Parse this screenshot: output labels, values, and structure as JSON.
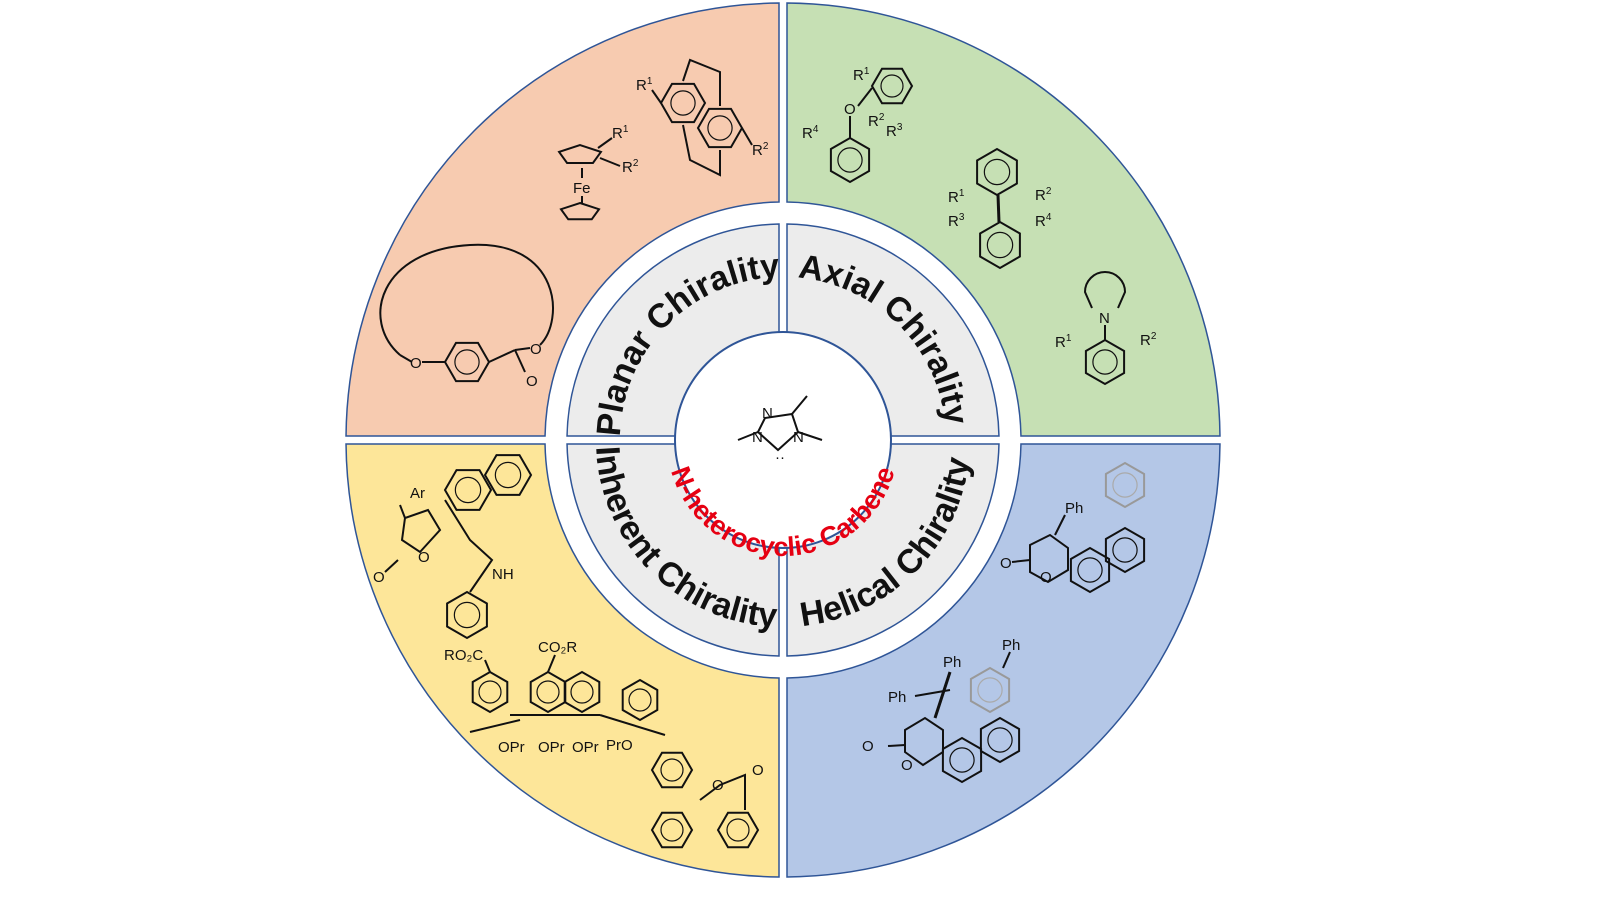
{
  "colors": {
    "planar": "#f7cbb0",
    "axial": "#c6e0b4",
    "inherent": "#fde699",
    "helical": "#b4c7e7",
    "inner_ring": "#ececec",
    "border": "#2f5597",
    "center_text": "#e60012"
  },
  "center": {
    "title": "N-heterocyclic Carbene",
    "structure_labels": [
      "N",
      "N",
      "N"
    ]
  },
  "sections": {
    "planar": {
      "title": "Planar Chirality"
    },
    "axial": {
      "title": "Axial Chirality"
    },
    "inherent": {
      "title": "Inherent Chirality"
    },
    "helical": {
      "title": "Helical Chirality"
    }
  },
  "structures": {
    "ferrocene": {
      "metal": "Fe",
      "r1": "R",
      "r1_sup": "1",
      "r2": "R",
      "r2_sup": "2"
    },
    "cyclophane": {
      "r1": "R",
      "r1_sup": "1",
      "r2": "R",
      "r2_sup": "2"
    },
    "macrocycle": {
      "o1": "O",
      "o2": "O",
      "o3": "O"
    },
    "diaryl_ether": {
      "o": "O",
      "r1": "R",
      "r1_sup": "1",
      "r2": "R",
      "r2_sup": "2",
      "r3": "R",
      "r3_sup": "3",
      "r4": "R",
      "r4_sup": "4"
    },
    "biaryl": {
      "r1": "R",
      "r1_sup": "1",
      "r2": "R",
      "r2_sup": "2",
      "r3": "R",
      "r3_sup": "3",
      "r4": "R",
      "r4_sup": "4"
    },
    "n_aryl": {
      "n": "N",
      "r1": "R",
      "r1_sup": "1",
      "r2": "R",
      "r2_sup": "2"
    },
    "spiro_indole": {
      "ar": "Ar",
      "o1": "O",
      "o2": "O",
      "nh": "NH"
    },
    "calixarene": {
      "ro2c": "RO₂C",
      "co2r": "CO₂R",
      "opr1": "OPr",
      "opr2": "OPr",
      "opr3": "OPr",
      "pro": "PrO"
    },
    "spiro_lactone": {
      "o1": "O",
      "o2": "O"
    },
    "helicene_1": {
      "ph": "Ph",
      "o1": "O",
      "o2": "O"
    },
    "helicene_2": {
      "ph1": "Ph",
      "ph2": "Ph",
      "ph3": "Ph",
      "o1": "O",
      "o2": "O"
    }
  }
}
